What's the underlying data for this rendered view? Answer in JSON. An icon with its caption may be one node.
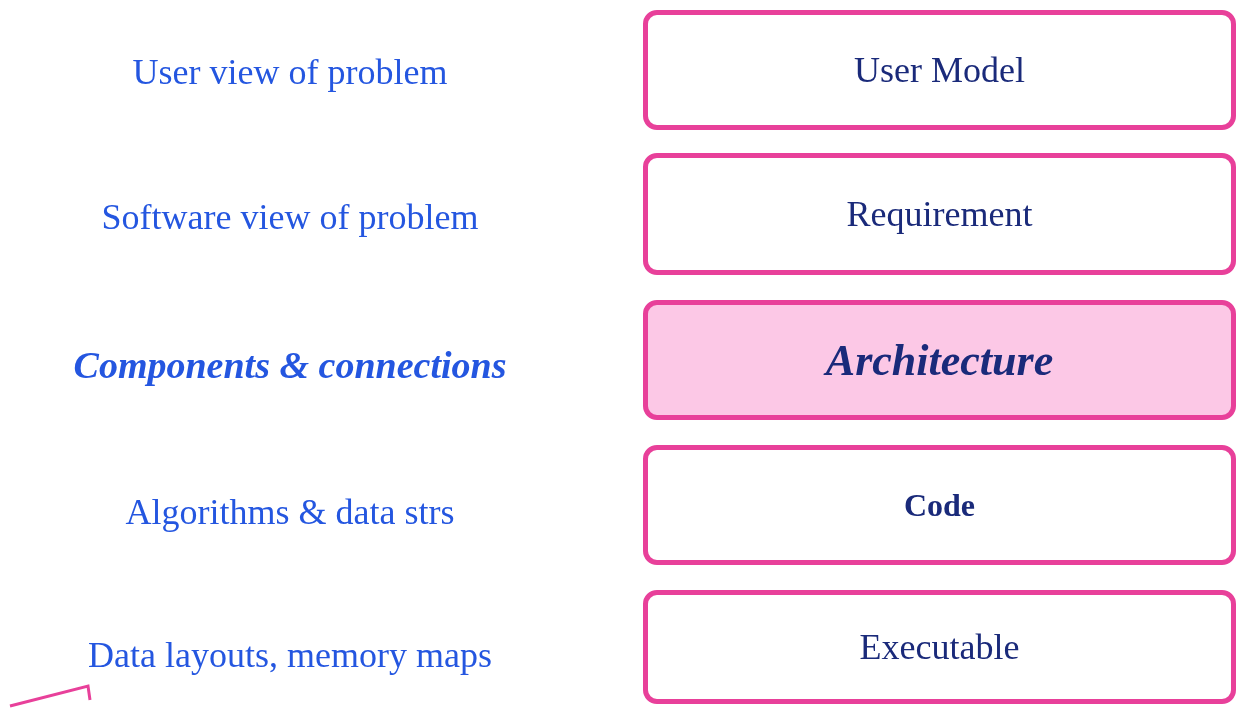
{
  "diagram": {
    "nodes": [
      {
        "text": [
          "User Model"
        ]
      },
      {
        "text": [
          "Requirement"
        ]
      },
      {
        "text": [
          "Architecture"
        ]
      },
      {
        "text": [
          "Code"
        ]
      },
      {
        "text": [
          "Executable"
        ]
      }
    ],
    "labels": [
      "User view of problem",
      "Software view of problem",
      "Components & connections",
      "Algorithms & data strs",
      "Data layouts, memory maps"
    ]
  }
}
